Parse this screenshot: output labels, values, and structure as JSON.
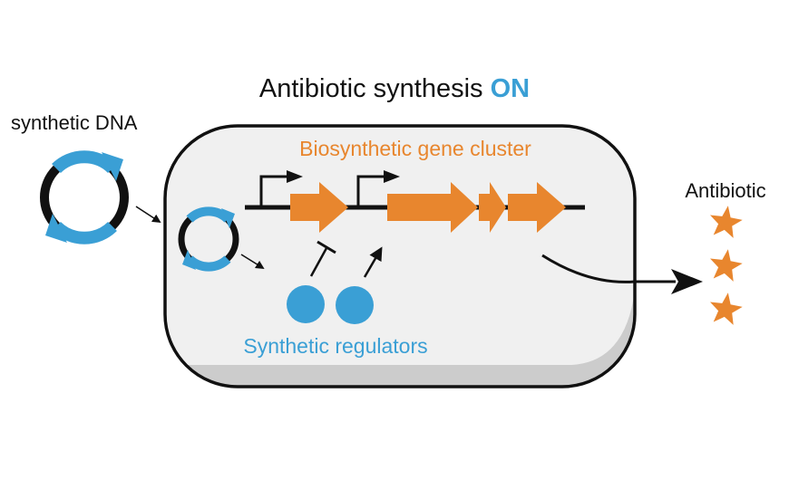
{
  "title": {
    "prefix": "Antibiotic synthesis ",
    "state": "ON"
  },
  "labels": {
    "synthetic_dna": "synthetic DNA",
    "gene_cluster": "Biosynthetic gene cluster",
    "regulators": "Synthetic regulators",
    "antibiotic": "Antibiotic"
  },
  "elements": {
    "promoters": 2,
    "genes": 4,
    "regulators": [
      {
        "effect": "repression"
      },
      {
        "effect": "activation"
      }
    ],
    "antibiotic_molecules": 3
  },
  "colors": {
    "accent_blue": "#3a9fd5",
    "gene_orange": "#e8862e",
    "cell_fill": "#f0f0f0",
    "cell_shadow": "#cccccc",
    "ink": "#111111"
  },
  "icons": {
    "plasmid": "plasmid-icon",
    "promoter": "promoter-arrow-icon",
    "gene": "gene-arrow-icon",
    "regulator": "regulator-circle-icon",
    "antibiotic": "star-icon"
  }
}
